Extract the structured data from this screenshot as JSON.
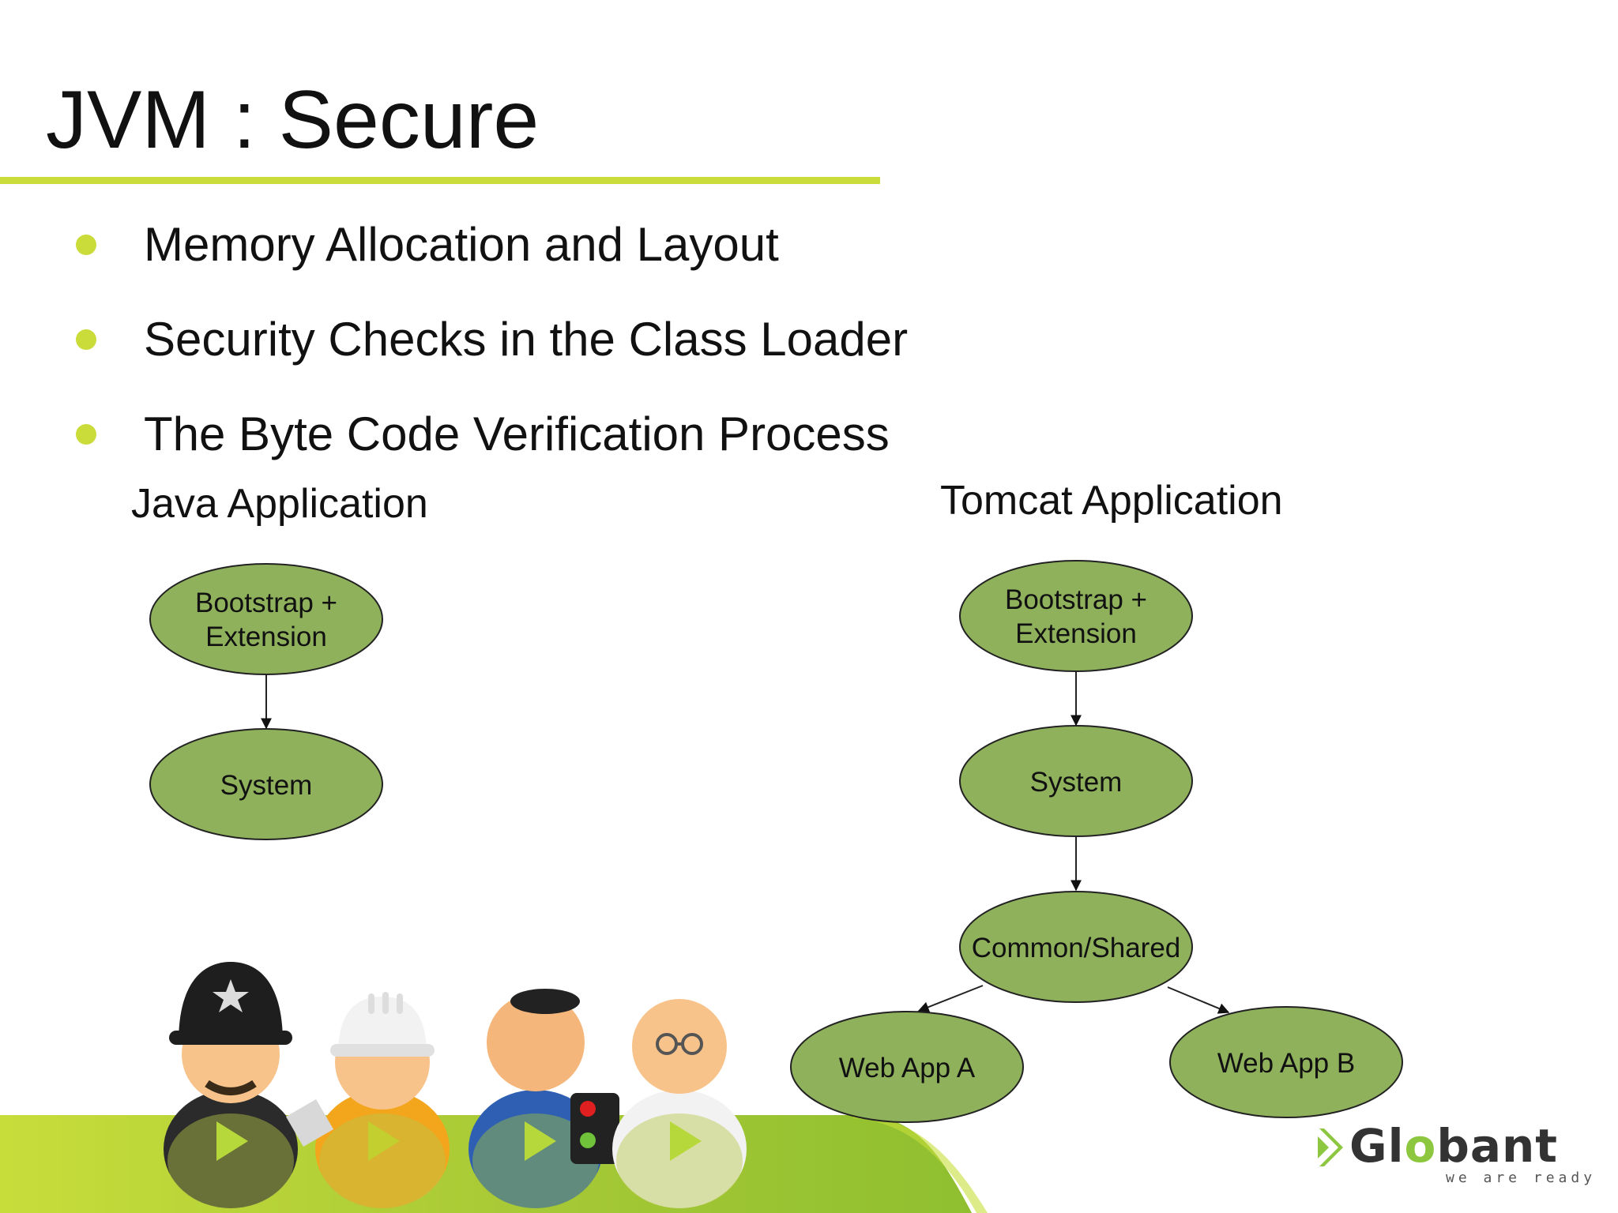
{
  "slide": {
    "title": "JVM : Secure",
    "accent_color": "#c9dc3a",
    "bullets": [
      "Memory Allocation and Layout",
      "Security Checks in the Class Loader",
      "The Byte Code Verification Process"
    ]
  },
  "diagrams": {
    "node_color": "#8fb15c",
    "java": {
      "heading": "Java Application",
      "nodes": [
        "Bootstrap +",
        "Extension",
        "System"
      ]
    },
    "tomcat": {
      "heading": "Tomcat Application",
      "nodes": [
        "Bootstrap +",
        "Extension",
        "System",
        "Common/Shared",
        "Web App A",
        "Web App B"
      ]
    }
  },
  "footer": {
    "logo_text_gl": "Gl",
    "logo_text_o": "o",
    "logo_text_rest": "bant",
    "tagline": "we are ready",
    "logo_color": "#8dc63f",
    "illustration": [
      "police-figure-icon",
      "construction-worker-figure-icon",
      "beret-figure-icon",
      "glasses-figure-icon"
    ]
  }
}
